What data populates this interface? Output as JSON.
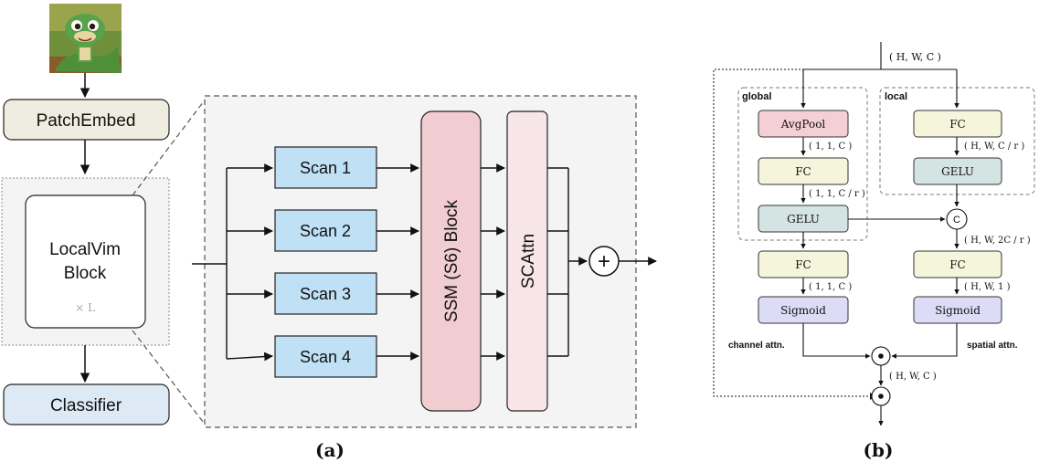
{
  "panel_a": {
    "caption": "(a)",
    "patch_embed": "PatchEmbed",
    "block_line1": "LocalVim",
    "block_line2": "Block",
    "repeat": "× L",
    "classifier": "Classifier",
    "scans": [
      "Scan 1",
      "Scan 2",
      "Scan 3",
      "Scan 4"
    ],
    "ssm": "SSM (S6) Block",
    "scattn": "SCAttn",
    "plus": "+"
  },
  "panel_b": {
    "caption": "(b)",
    "input_shape": "( H, W, C )",
    "global_label": "global",
    "local_label": "local",
    "avgpool": "AvgPool",
    "shape_111c": "( 1, 1, C )",
    "fc": "FC",
    "shape_11cr": "( 1, 1, C / r )",
    "gelu": "GELU",
    "shape_hwcr": "( H, W, C / r )",
    "concat": "C",
    "shape_hw2cr": "( H, W, 2C / r )",
    "shape_hw1": "( H, W, 1 )",
    "sigmoid": "Sigmoid",
    "channel_attn": "channel attn.",
    "spatial_attn": "spatial attn.",
    "shape_hwc_out": "( H, W, C )"
  },
  "colors": {
    "patch_embed": "#efece0",
    "classifier": "#dde9f4",
    "scan": "#bfe0f5",
    "ssm": "#f1cdd1",
    "scattn": "#f7e5e8",
    "avgpool": "#f4cfd6",
    "fc": "#f5f5dc",
    "gelu": "#d3e4e3",
    "sigmoid": "#dcdcf6",
    "panel_bg": "#f4f4f4"
  }
}
